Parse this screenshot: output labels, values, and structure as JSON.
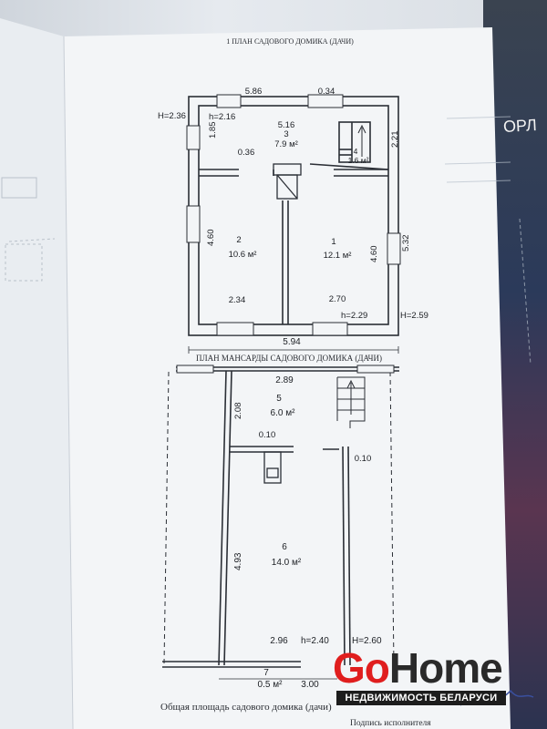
{
  "floor1": {
    "title": "1 ПЛАН САДОВОГО ДОМИКА (ДАЧИ)",
    "dims": {
      "top_width": "5.86",
      "top_small": "0.34",
      "h_left": "H=2.36",
      "h_inner": "h=2.16",
      "left_185": "1.85",
      "right_221": "2.21",
      "partition_036": "0.36",
      "room1_height": "4.60",
      "room2_height": "4.60",
      "right_total": "5.32",
      "room2_width": "2.34",
      "room1_width": "2.70",
      "h_inner_right": "h=2.29",
      "h_outer_right": "H=2.59",
      "total_width": "5.94"
    },
    "rooms": [
      {
        "num": "3",
        "area": "7.9 м²",
        "dim": "5.16"
      },
      {
        "num": "4",
        "area": "1.6 м²"
      },
      {
        "num": "2",
        "area": "10.6 м²"
      },
      {
        "num": "1",
        "area": "12.1 м²"
      }
    ]
  },
  "attic": {
    "title": "ПЛАН МАНСАРДЫ САДОВОГО ДОМИКА (ДАЧИ)",
    "dims": {
      "top_width": "2.89",
      "left_208": "2.08",
      "partition_left": "0.10",
      "partition_right": "0.10",
      "room6_height": "4.93",
      "bottom_width": "2.96",
      "h_inner": "h=2.40",
      "h_outer": "H=2.60",
      "bottom_total": "3.00"
    },
    "rooms": [
      {
        "num": "5",
        "area": "6.0 м²"
      },
      {
        "num": "6",
        "area": "14.0 м²"
      },
      {
        "num": "7",
        "area": "0.5 м²"
      }
    ]
  },
  "footer": {
    "total_area_text": "Общая площадь садового домика (дачи)",
    "signature_text": "Подпись исполнителя"
  },
  "side_sheet": {
    "label": "ОРЛ"
  },
  "logo": {
    "go": "Go",
    "home": "Home",
    "tagline": "НЕДВИЖИМОСТЬ БЕЛАРУСИ"
  }
}
